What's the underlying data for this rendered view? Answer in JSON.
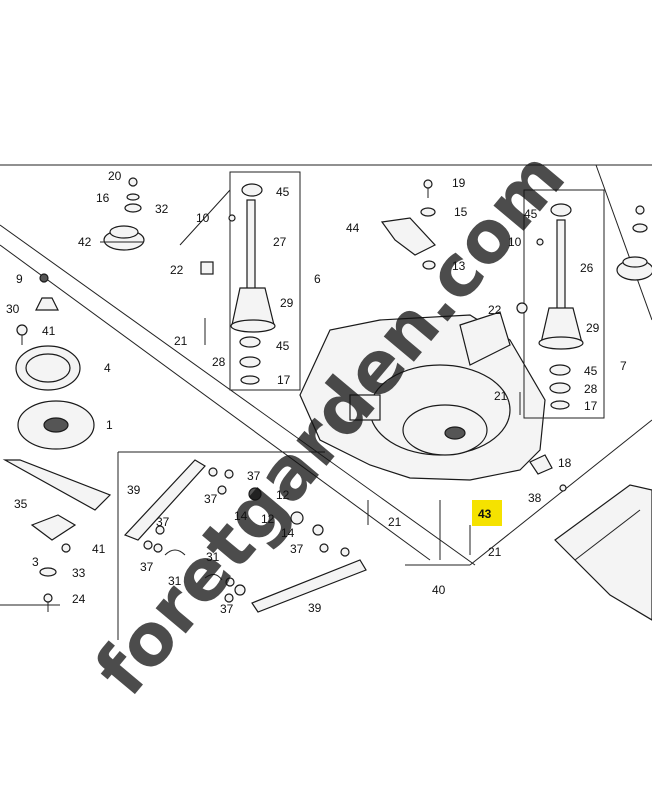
{
  "diagram": {
    "highlight_color": "#f5e200",
    "watermark_color": "#c9dca0",
    "watermark_accent": "#f0b060",
    "watermark_text": "foretgarden.com",
    "highlighted_callout": "43",
    "callouts": {
      "c20": "20",
      "c16": "16",
      "c32a": "32",
      "c42a": "42",
      "c9": "9",
      "c30": "30",
      "c41a": "41",
      "c4": "4",
      "c1": "1",
      "c35": "35",
      "c3": "3",
      "c41b": "41",
      "c33": "33",
      "c24": "24",
      "c10a": "10",
      "c45a": "45",
      "c27": "27",
      "c22a": "22",
      "c29a": "29",
      "c21a": "21",
      "c45b": "45",
      "c28a": "28",
      "c17a": "17",
      "c6": "6",
      "c19": "19",
      "c15": "15",
      "c44": "44",
      "c13": "13",
      "c45c": "45",
      "c10b": "10",
      "c26": "26",
      "c22b": "22",
      "c29b": "29",
      "c45d": "45",
      "c28b": "28",
      "c21b": "21",
      "c17b": "17",
      "c7": "7",
      "c18": "18",
      "c38": "38",
      "c43": "43",
      "c21c": "21",
      "c21d": "21",
      "c40": "40",
      "c39a": "39",
      "c37a": "37",
      "c37b": "37",
      "c12a": "12",
      "c14a": "14",
      "c37c": "37",
      "c12b": "12",
      "c14b": "14",
      "c37d": "37",
      "c37e": "37",
      "c31a": "31",
      "c31b": "31",
      "c37f": "37",
      "c39b": "39"
    }
  }
}
